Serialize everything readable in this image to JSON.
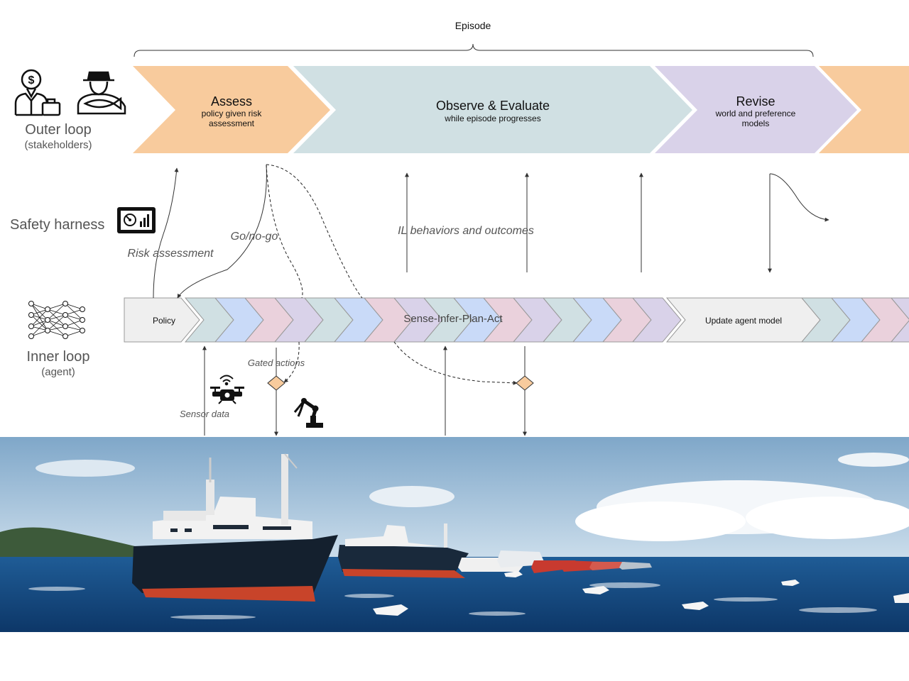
{
  "episode_label": "Episode",
  "outer_loop": {
    "title": "Outer loop",
    "subtitle": "(stakeholders)"
  },
  "safety_harness": {
    "title": "Safety harness"
  },
  "inner_loop": {
    "title": "Inner loop",
    "subtitle": "(agent)"
  },
  "phases": [
    {
      "title": "Assess",
      "sub1": "policy given risk",
      "sub2": "assessment",
      "color": "#F8CB9D"
    },
    {
      "title": "Observe & Evaluate",
      "sub1": "while episode progresses",
      "sub2": "",
      "color": "#D0E0E3"
    },
    {
      "title": "Revise",
      "sub1": "world and preference",
      "sub2": "models",
      "color": "#D9D2E9"
    }
  ],
  "inner_chevrons": {
    "policy_label": "Policy",
    "loop_label": "Sense-Infer-Plan-Act",
    "update_label": "Update agent model",
    "colors": {
      "green": "#D0E0E3",
      "blue": "#C9DAF8",
      "pink": "#EAD1DC",
      "purple": "#D9D2E9",
      "grey": "#EFEFEF"
    }
  },
  "annotations": {
    "risk_assessment": "Risk assessment",
    "go_no_go": "Go/no-go",
    "il_behaviors": "IL behaviors and outcomes",
    "gated_actions": "Gated actions",
    "sensor_data": "Sensor data"
  },
  "icons": {
    "stakeholder_finance": "investor-icon",
    "stakeholder_fisher": "fisherman-icon",
    "harness": "dashboard-monitor-icon",
    "agent": "neural-network-icon",
    "sensor": "drone-icon",
    "actuator": "robot-arm-icon"
  },
  "scene": {
    "description_icon": "fishing-fleet-photo"
  }
}
